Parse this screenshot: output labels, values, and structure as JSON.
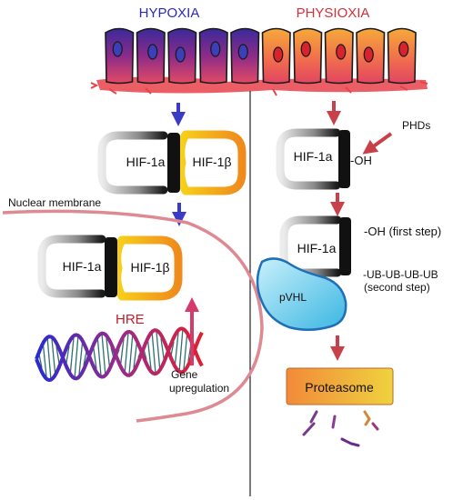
{
  "headers": {
    "left": "HYPOXIA",
    "right": "PHYSIOXIA"
  },
  "left": {
    "complex_top": {
      "hif1a": "HIF-1a",
      "hif1b": "HIF-1β"
    },
    "nuclear_membrane": "Nuclear membrane",
    "complex_nuclear": {
      "hif1a": "HIF-1a",
      "hif1b": "HIF-1β"
    },
    "hre": "HRE",
    "gene_upregulation": [
      "Gene",
      "upregulation"
    ]
  },
  "right": {
    "phds": "PHDs",
    "hif1a_oh": {
      "hif1a": "HIF-1a",
      "oh": "-OH"
    },
    "hif1a_step": {
      "hif1a": "HIF-1a",
      "oh_first": "-OH (first step)",
      "ub_chain": "-UB-UB-UB-UB",
      "second_step": "(second step)"
    },
    "pvhl": "pVHL",
    "proteasome": "Proteasome"
  },
  "colors": {
    "hypoxia_blue": "#2b2bb8",
    "physioxia_red": "#d3303a",
    "arrow_blue": "#3b3bc8",
    "arrow_red": "#c8414a",
    "membrane": "#dd8a93",
    "hif1b_gold": "#f3a21b",
    "pvhl_cyan": "#52c7e8",
    "proteasome_orange": "#f0913a"
  },
  "icons": [
    "arrow-down-icon",
    "dna-helix-icon",
    "cell-layer-icon",
    "proteasome-fragments-icon"
  ]
}
